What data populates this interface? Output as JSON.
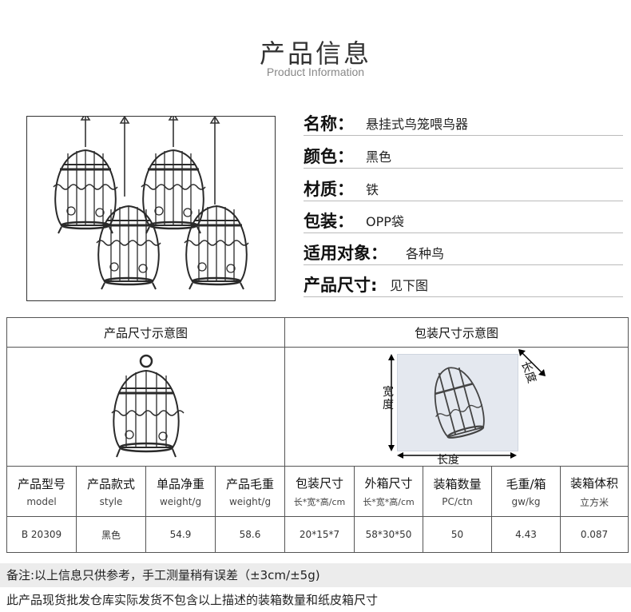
{
  "header": {
    "title": "产品信息",
    "subtitle": "Product Information"
  },
  "info": [
    {
      "label": "名称：",
      "value": "悬挂式鸟笼喂鸟器"
    },
    {
      "label": "颜色：",
      "value": "黑色"
    },
    {
      "label": "材质：",
      "value": "铁"
    },
    {
      "label": "包装：",
      "value": "OPP袋"
    },
    {
      "label": "适用对象：",
      "value": "各种鸟"
    },
    {
      "label": "产品尺寸:",
      "value": "见下图"
    }
  ],
  "diagram": {
    "product_title": "产品尺寸示意图",
    "package_title": "包装尺寸示意图",
    "package_length": "长度",
    "package_width": "宽度",
    "package_side": "长度"
  },
  "table": {
    "headers": [
      {
        "main": "产品型号",
        "sub": "model"
      },
      {
        "main": "产品款式",
        "sub": "style"
      },
      {
        "main": "单品净重",
        "sub": "weight/g"
      },
      {
        "main": "产品毛重",
        "sub": "weight/g"
      },
      {
        "main": "包装尺寸",
        "sub": "长*宽*高/cm"
      },
      {
        "main": "外箱尺寸",
        "sub": "长*宽*高/cm"
      },
      {
        "main": "装箱数量",
        "sub": "PC/ctn"
      },
      {
        "main": "毛重/箱",
        "sub": "gw/kg"
      },
      {
        "main": "装箱体积",
        "sub": "立方米"
      }
    ],
    "row": [
      "B 20309",
      "黑色",
      "54.9",
      "58.6",
      "20*15*7",
      "58*30*50",
      "50",
      "4.43",
      "0.087"
    ]
  },
  "notes": {
    "line1": "备注:以上信息只供参考，手工测量稍有误差（±3cm/±5g)",
    "line2": "此产品现货批发仓库实际发货不包含以上描述的装箱数量和纸皮箱尺寸"
  }
}
